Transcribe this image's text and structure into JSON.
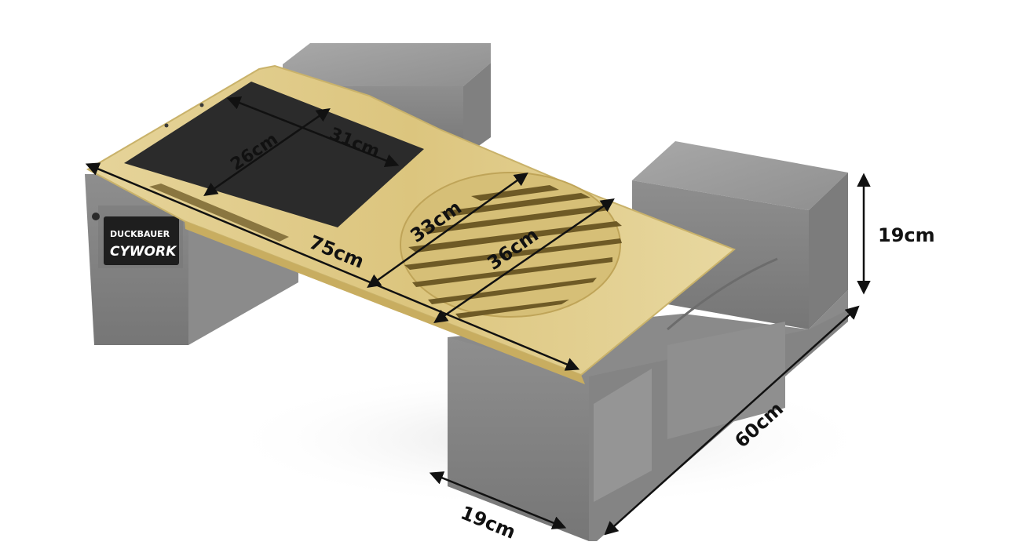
{
  "brand": {
    "logo_top": "DUCKBAUER",
    "logo_bottom": "CYWORK"
  },
  "dimensions": {
    "pad_width": "31cm",
    "pad_depth": "26cm",
    "board_length": "75cm",
    "vent_small": "33cm",
    "vent_large": "36cm",
    "base_height": "19cm",
    "base_length": "60cm",
    "base_width": "19cm"
  },
  "colors": {
    "felt": "#9a9a9a",
    "felt_dark": "#7e7e7e",
    "bamboo": "#e2cf8c",
    "pad": "#2b2b2b",
    "arrow": "#111111"
  }
}
